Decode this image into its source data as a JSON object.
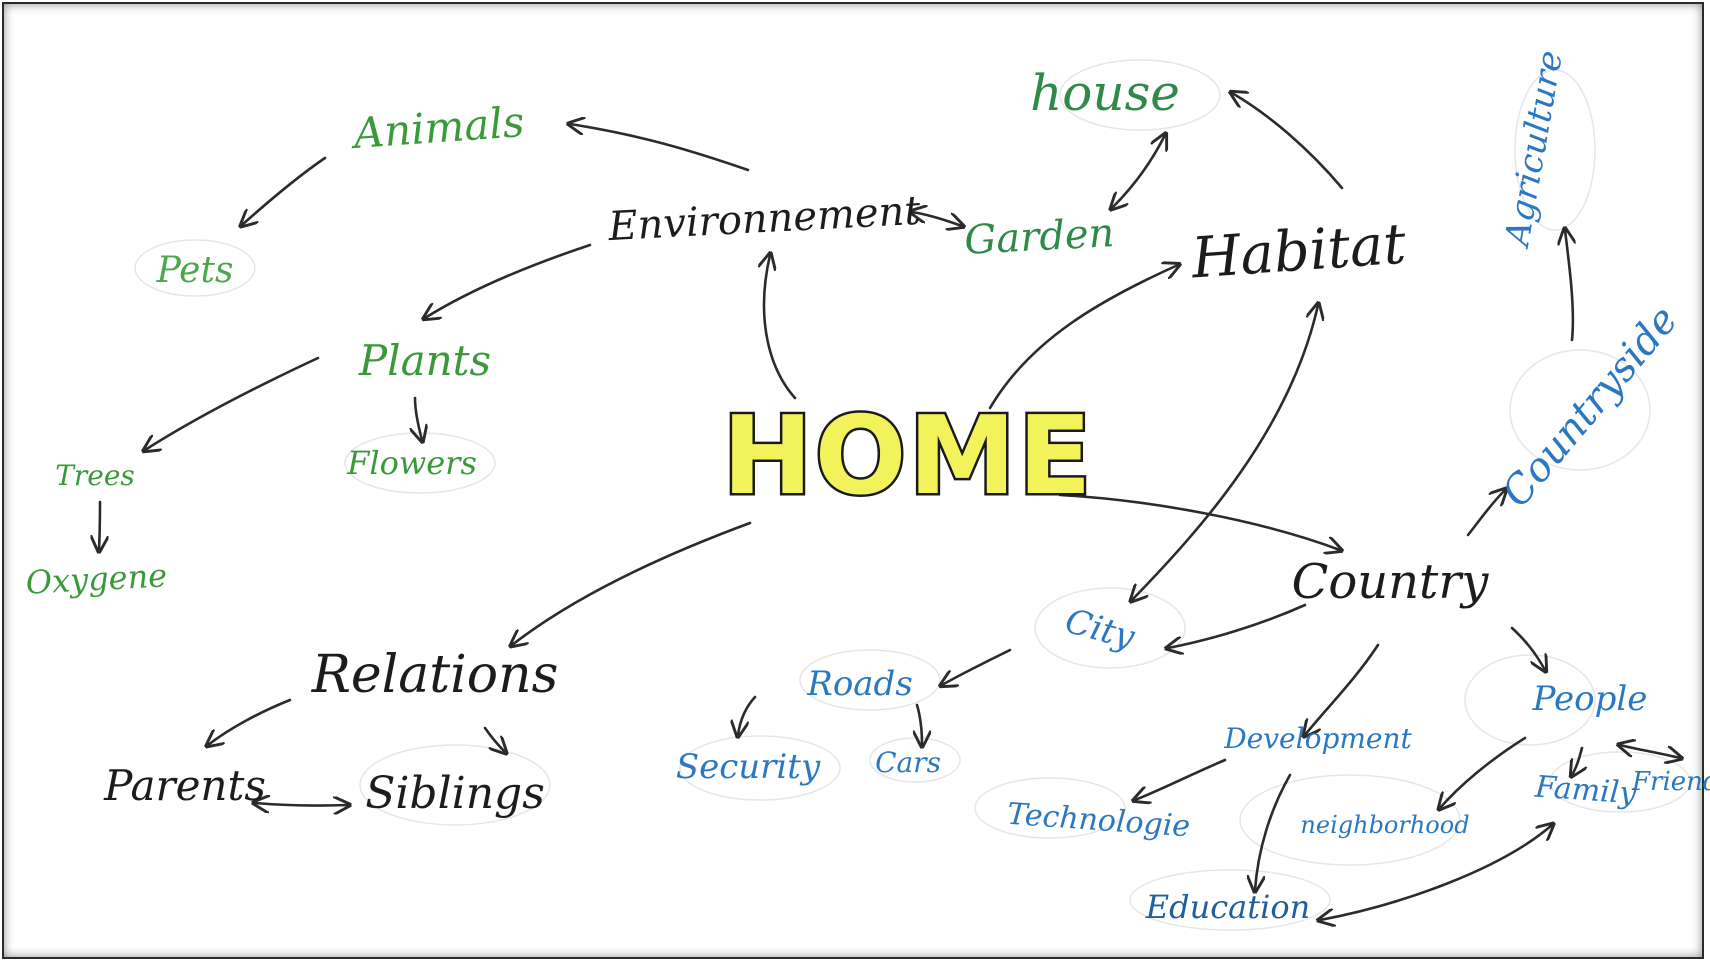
{
  "colors": {
    "black": "#1c1c1c",
    "green": "#3a9a3a",
    "green_dark": "#2f8a4a",
    "blue": "#2b78c2",
    "blue_dark": "#1f5f9e",
    "arrow": "#2b2b2b",
    "highlight": "#f2f25a"
  },
  "center": {
    "label": "HOME"
  },
  "nodes": {
    "environnement": "Environnement",
    "animals": "Animals",
    "pets": "Pets",
    "plants": "Plants",
    "trees": "Trees",
    "flowers": "Flowers",
    "oxygene": "Oxygene",
    "house": "house",
    "garden": "Garden",
    "habitat": "Habitat",
    "agriculture": "Agriculture",
    "countryside": "Countryside",
    "country": "Country",
    "city": "City",
    "roads": "Roads",
    "security": "Security",
    "cars": "Cars",
    "development": "Development",
    "technologie": "Technologie",
    "education": "Education",
    "neighborhood": "neighborhood",
    "people": "People",
    "family": "Family",
    "friends": "Friends",
    "relations": "Relations",
    "parents": "Parents",
    "siblings": "Siblings"
  }
}
